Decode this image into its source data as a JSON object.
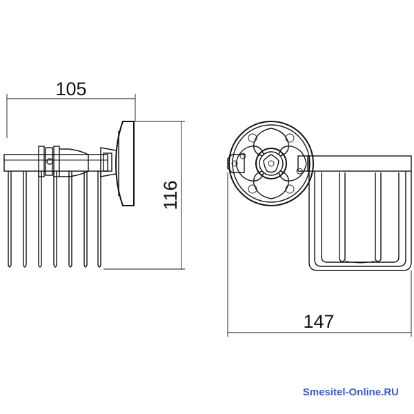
{
  "dimensions": {
    "depth": "105",
    "height": "116",
    "width": "147"
  },
  "watermark": "Smesitel-Online.RU",
  "colors": {
    "line": "#111111",
    "brand": "#3a5bd6",
    "background": "#ffffff"
  }
}
